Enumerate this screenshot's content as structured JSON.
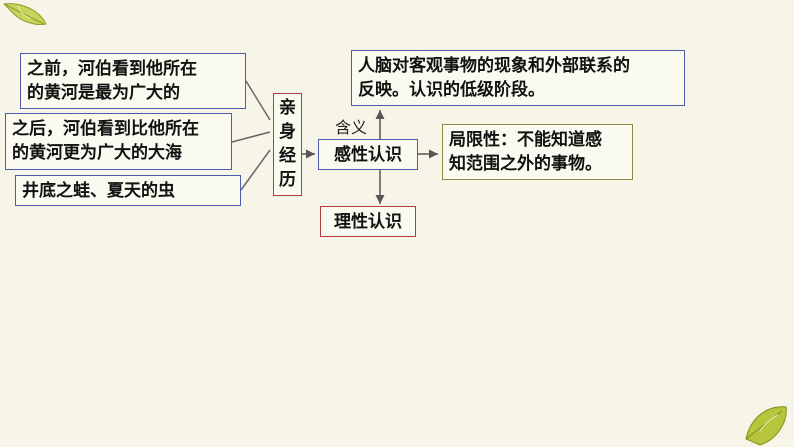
{
  "boxes": {
    "he_bo_before": [
      "之前，河伯看到他所在",
      "的黄河是最为广大的"
    ],
    "he_bo_after": [
      "之后，河伯看到比他所在",
      "的黄河更为广大的大海"
    ],
    "well_frog": "井底之蛙、夏天的虫",
    "personal_experience": [
      "亲",
      "身",
      "经",
      "历"
    ],
    "perceptual": "感性认识",
    "rational": "理性认识",
    "definition": [
      "人脑对客观事物的现象和外部联系的",
      "反映。认识的低级阶段。"
    ],
    "limitation": [
      "局限性：不能知道感",
      "知范围之外的事物。"
    ]
  },
  "labels": {
    "meaning": "含义"
  },
  "colors": {
    "background": "#f7f5e7",
    "blue_border": "#4a5bb0",
    "red_border": "#b23b3b",
    "olive_border": "#8c8a4a",
    "leaf": "#b5c23a"
  }
}
